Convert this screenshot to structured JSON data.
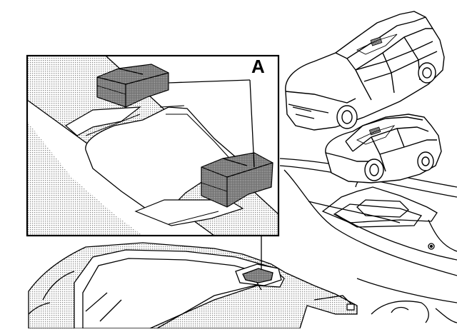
{
  "figure": {
    "callout_label": "A"
  },
  "colors": {
    "line": "#000000",
    "background": "#ffffff",
    "halftone_dot": "#8a8a8a"
  },
  "parts": {
    "vehicles": [
      "wagon-car-icon",
      "sedan-car-icon"
    ],
    "components": [
      "sunroof-frame",
      "headliner-panel",
      "attachment-clips"
    ]
  }
}
